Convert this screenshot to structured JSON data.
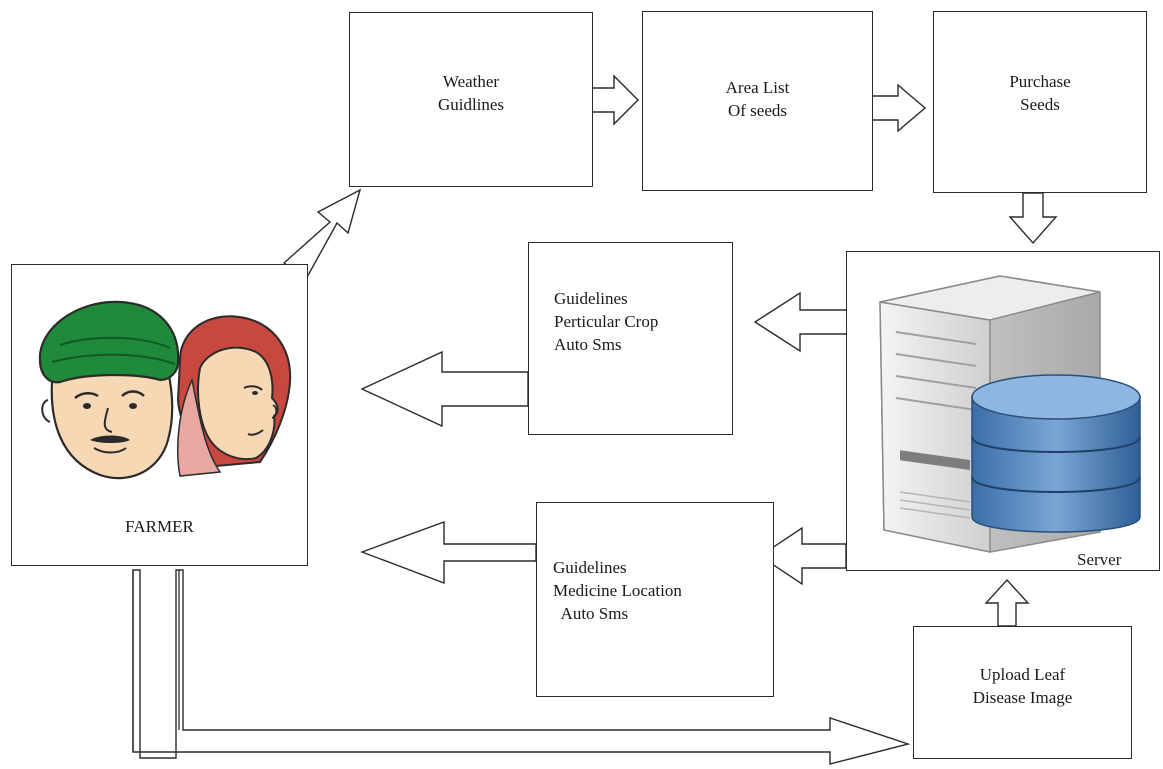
{
  "nodes": {
    "weather": {
      "label": "Weather\nGuidlines"
    },
    "area_list": {
      "label": "Area List\nOf seeds"
    },
    "purchase": {
      "label": "Purchase\nSeeds"
    },
    "crop_guidelines": {
      "label": "Guidelines\nPerticular Crop\nAuto Sms"
    },
    "medicine_guidelines": {
      "label": "Guidelines\nMedicine Location\n  Auto Sms"
    },
    "upload": {
      "label": "Upload Leaf\nDisease Image"
    },
    "farmer": {
      "label": "FARMER"
    },
    "server": {
      "label": "Server"
    }
  },
  "colors": {
    "stroke": "#2b2b2b",
    "turban": "#1f8a3a",
    "headscarf": "#c8473f",
    "skin": "#f6d8b4",
    "database": "#4f7fb8",
    "server_case": "#e6e6e6"
  },
  "icons": [
    "farmer-couple-icon",
    "server-tower-icon",
    "database-icon"
  ]
}
